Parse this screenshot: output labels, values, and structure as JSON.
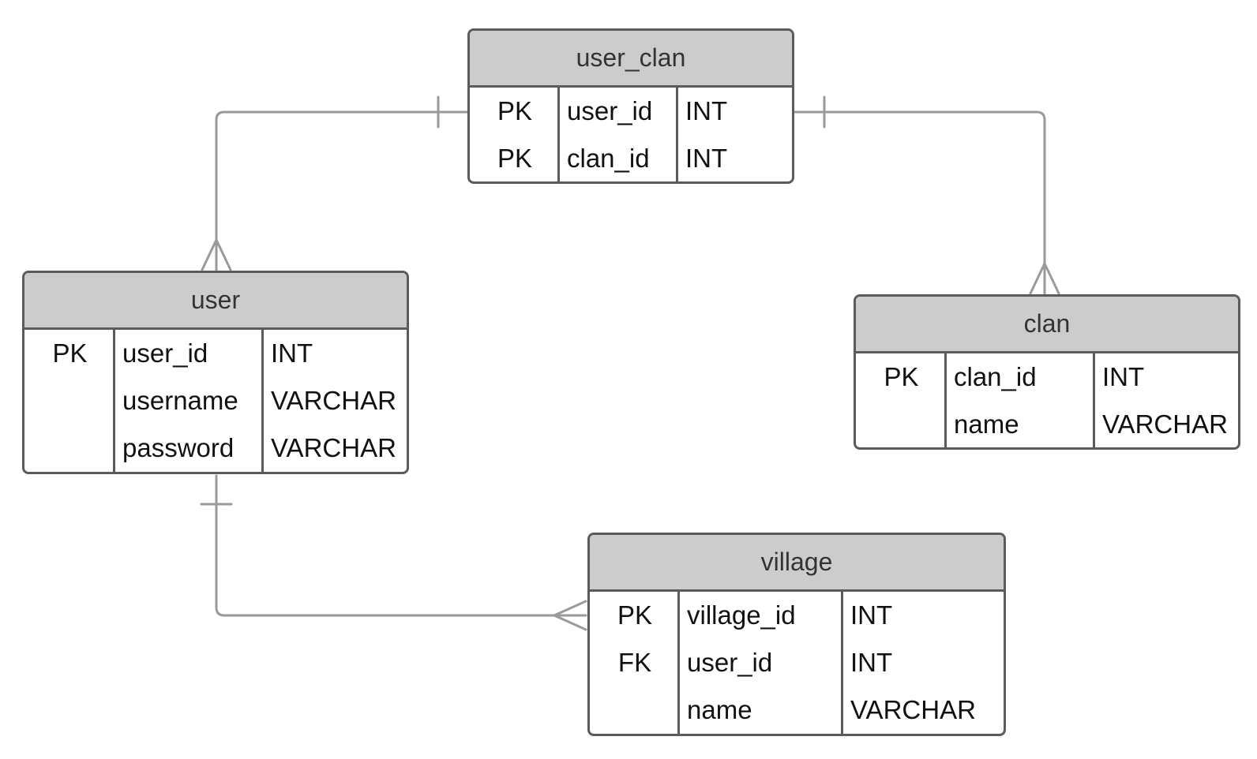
{
  "colors": {
    "connector": "#9a9a9a",
    "border": "#5b5b5b",
    "header": "#cccccc"
  },
  "entities": {
    "user_clan": {
      "title": "user_clan",
      "rows": [
        {
          "key": "PK",
          "name": "user_id",
          "type": "INT"
        },
        {
          "key": "PK",
          "name": "clan_id",
          "type": "INT"
        }
      ]
    },
    "user": {
      "title": "user",
      "rows": [
        {
          "key": "PK",
          "name": "user_id",
          "type": "INT"
        },
        {
          "key": "",
          "name": "username",
          "type": "VARCHAR"
        },
        {
          "key": "",
          "name": "password",
          "type": "VARCHAR"
        }
      ]
    },
    "clan": {
      "title": "clan",
      "rows": [
        {
          "key": "PK",
          "name": "clan_id",
          "type": "INT"
        },
        {
          "key": "",
          "name": "name",
          "type": "VARCHAR"
        }
      ]
    },
    "village": {
      "title": "village",
      "rows": [
        {
          "key": "PK",
          "name": "village_id",
          "type": "INT"
        },
        {
          "key": "FK",
          "name": "user_id",
          "type": "INT"
        },
        {
          "key": "",
          "name": "name",
          "type": "VARCHAR"
        }
      ]
    }
  },
  "relationships": [
    {
      "from": "user_clan",
      "from_end": "one",
      "to": "user",
      "to_end": "many"
    },
    {
      "from": "user_clan",
      "from_end": "one",
      "to": "clan",
      "to_end": "many"
    },
    {
      "from": "user",
      "from_end": "one",
      "to": "village",
      "to_end": "many"
    }
  ]
}
